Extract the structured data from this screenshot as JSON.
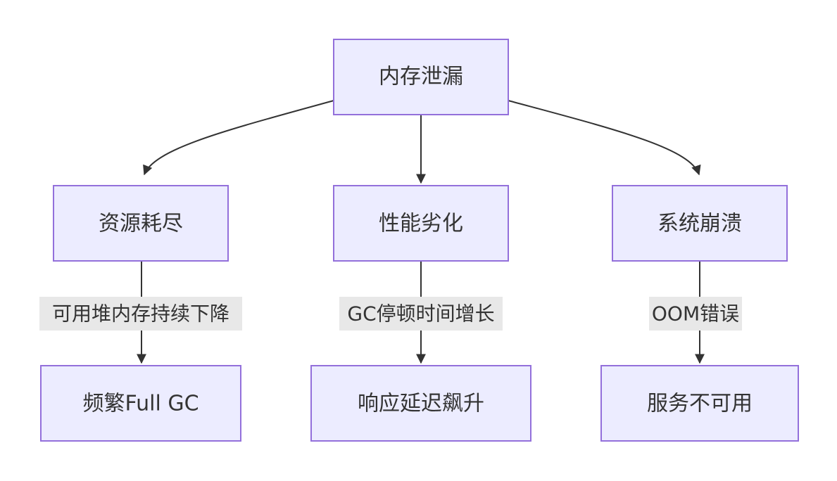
{
  "nodes": {
    "leak": "内存泄漏",
    "exhaust": "资源耗尽",
    "degrade": "性能劣化",
    "crash": "系统崩溃",
    "fullgc": "频繁Full GC",
    "latency": "响应延迟飙升",
    "unavailable": "服务不可用"
  },
  "edge_labels": {
    "heap_drop": "可用堆内存持续下降",
    "gc_pause": "GC停顿时间增长",
    "oom": "OOM错误"
  },
  "colors": {
    "node_fill": "#ECECFF",
    "node_stroke": "#9370DB",
    "edge": "#333333",
    "label_bg": "#E8E8E8"
  }
}
